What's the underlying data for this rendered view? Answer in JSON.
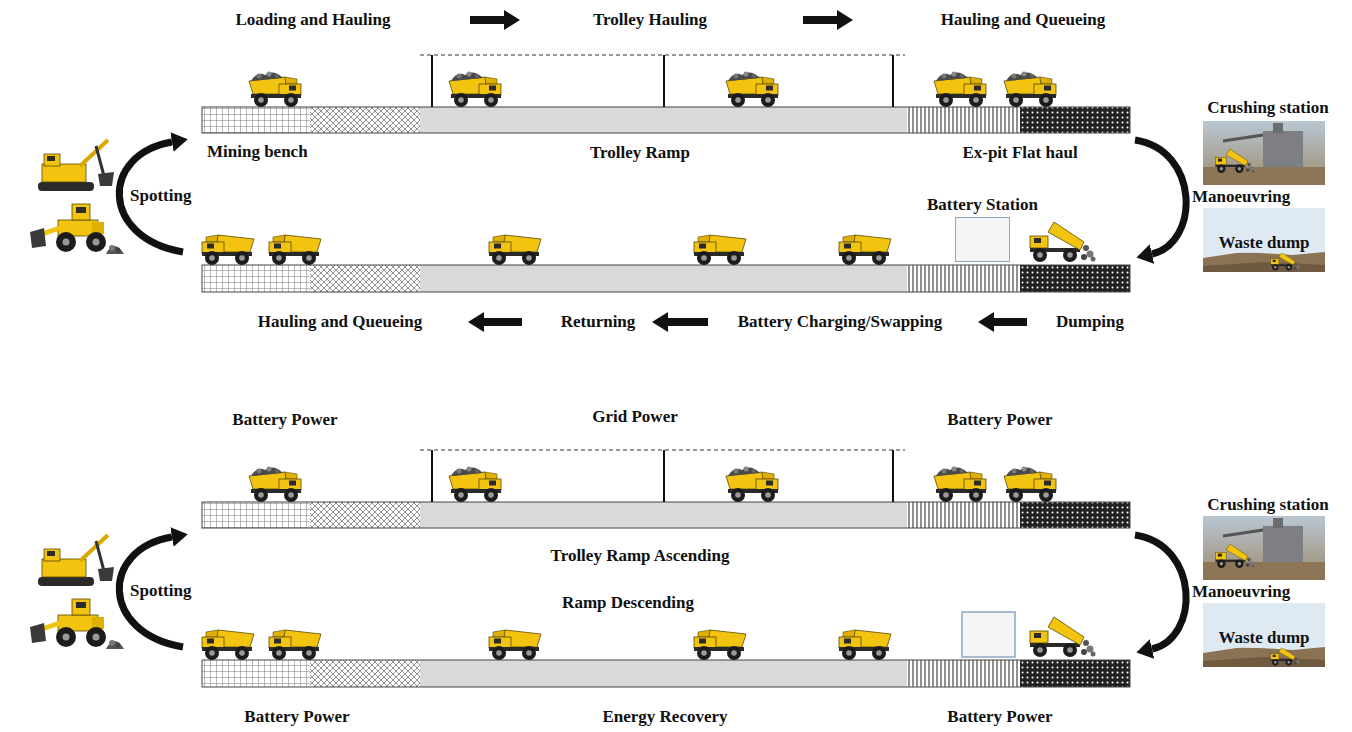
{
  "diagram": {
    "nodes": [
      {
        "text": [
          "Loading and Hauling"
        ]
      },
      {
        "text": [
          "Trolley Hauling"
        ]
      },
      {
        "text": [
          "Hauling and Queueing"
        ]
      },
      {
        "text": [
          "Battery Station"
        ]
      },
      {
        "text": [
          "Dumping"
        ]
      },
      {
        "text": [
          "Battery Charging/Swapping"
        ]
      },
      {
        "text": [
          "Returning"
        ]
      },
      {
        "text": [
          "Hauling and Queueing"
        ]
      }
    ],
    "edges": [
      {
        "from": 0,
        "to": 1,
        "arrow": "to"
      },
      {
        "from": 1,
        "to": 2,
        "arrow": "to"
      },
      {
        "from": 4,
        "to": 5,
        "arrow": "to"
      },
      {
        "from": 5,
        "to": 6,
        "arrow": "to"
      },
      {
        "from": 6,
        "to": 7,
        "arrow": "to"
      }
    ],
    "labels": [
      "Mining bench",
      "Trolley Ramp",
      "Ex-pit Flat haul",
      "Crushing station",
      "Spotting",
      "Manoeuvring",
      "Waste dump",
      "Battery Power",
      "Grid Power",
      "Battery Power",
      "Crushing station",
      "Trolley Ramp Ascending",
      "Ramp Descending",
      "Spotting",
      "Manoeuvring",
      "Waste dump",
      "Battery Power",
      "Energy Recovery",
      "Battery Power"
    ]
  }
}
